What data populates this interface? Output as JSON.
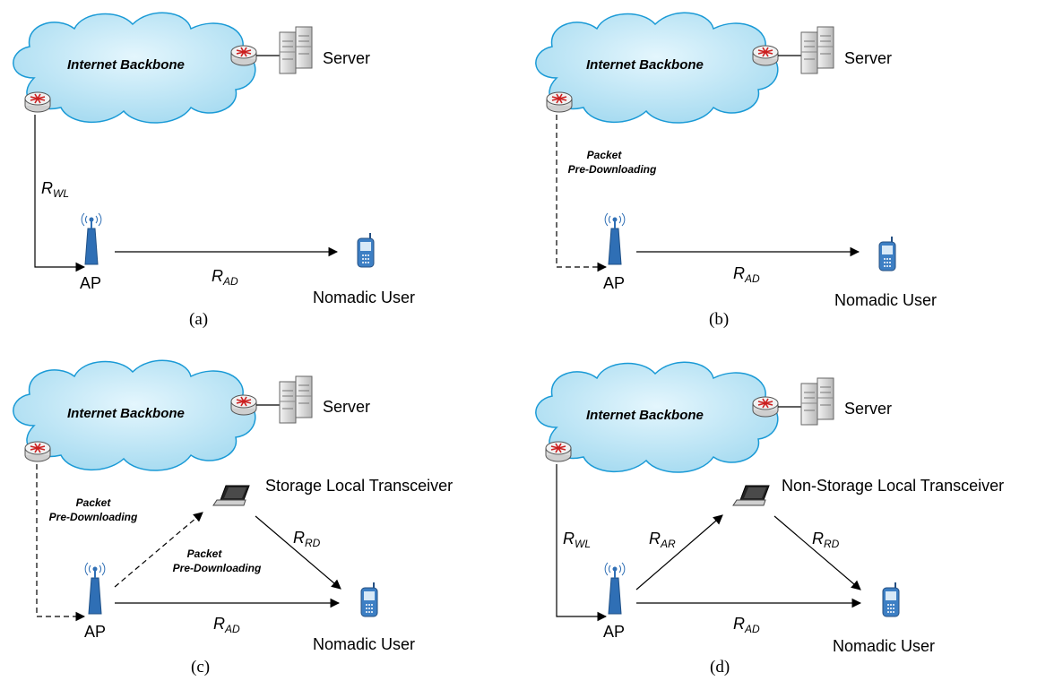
{
  "panels": [
    {
      "caption": "(a)",
      "cloud_label": "Internet Backbone",
      "server_label": "Server",
      "ap_label": "AP",
      "user_label": "Nomadic User",
      "rates": {
        "wl": {
          "main": "R",
          "sub": "WL"
        },
        "ad": {
          "main": "R",
          "sub": "AD"
        }
      }
    },
    {
      "caption": "(b)",
      "cloud_label": "Internet Backbone",
      "server_label": "Server",
      "ap_label": "AP",
      "user_label": "Nomadic User",
      "packet_note": [
        "Packet",
        "Pre-Downloading"
      ],
      "rates": {
        "ad": {
          "main": "R",
          "sub": "AD"
        }
      }
    },
    {
      "caption": "(c)",
      "cloud_label": "Internet Backbone",
      "server_label": "Server",
      "ap_label": "AP",
      "user_label": "Nomadic User",
      "relay_label": "Storage Local Transceiver",
      "packet_note": [
        "Packet",
        "Pre-Downloading"
      ],
      "packet_note_relay": [
        "Packet",
        "Pre-Downloading"
      ],
      "rates": {
        "rd": {
          "main": "R",
          "sub": "RD"
        },
        "ad": {
          "main": "R",
          "sub": "AD"
        }
      }
    },
    {
      "caption": "(d)",
      "cloud_label": "Internet Backbone",
      "server_label": "Server",
      "ap_label": "AP",
      "user_label": "Nomadic User",
      "relay_label": "Non-Storage Local Transceiver",
      "rates": {
        "wl": {
          "main": "R",
          "sub": "WL"
        },
        "ar": {
          "main": "R",
          "sub": "AR"
        },
        "rd": {
          "main": "R",
          "sub": "RD"
        },
        "ad": {
          "main": "R",
          "sub": "AD"
        }
      }
    }
  ],
  "colors": {
    "cloud_fill": "#bfe6f5",
    "cloud_stroke": "#1a9ad6",
    "router_body": "#f2f2f2",
    "router_arrows": "#cc1f1f",
    "antenna": "#2f6fb5",
    "phone": "#3d7fc4",
    "server": "#d9d9d9"
  },
  "icons": [
    "cloud",
    "router-icon",
    "server-icon",
    "antenna-icon",
    "phone-icon",
    "laptop-icon"
  ]
}
